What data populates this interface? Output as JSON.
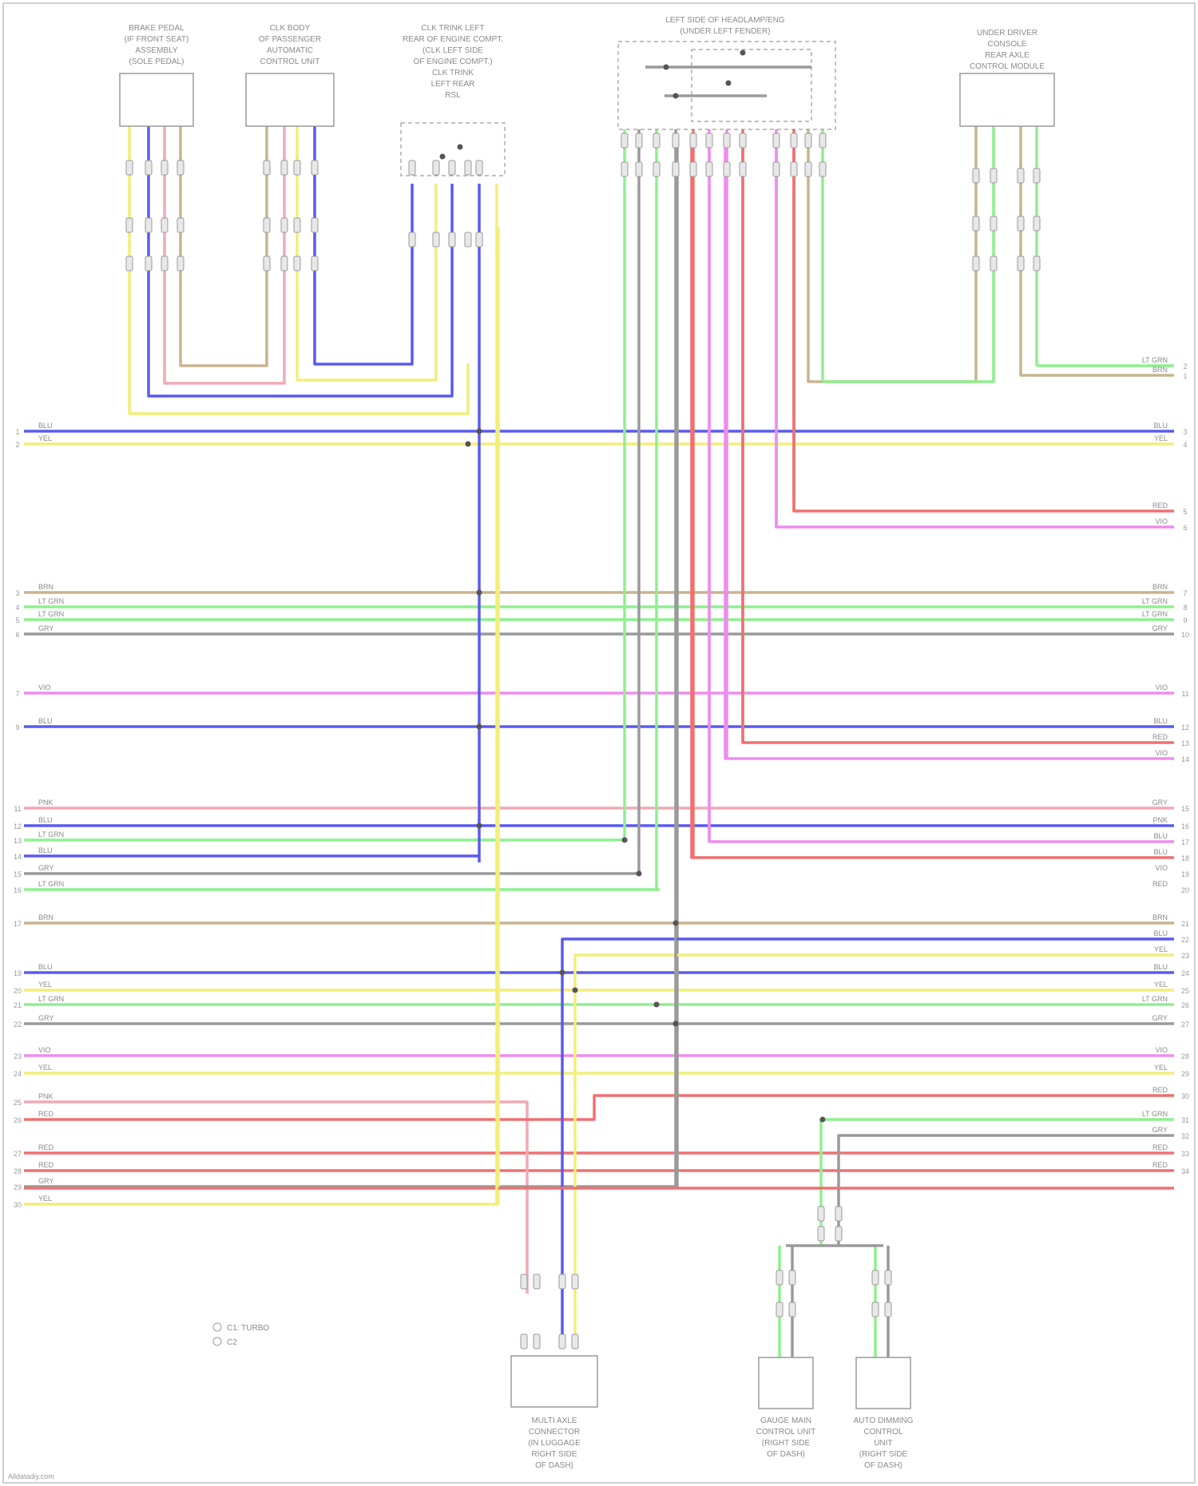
{
  "colors": {
    "BLU": "#5a5af0",
    "YEL": "#f2ee7a",
    "BRN": "#c8b48e",
    "LT GRN": "#8ef08e",
    "GRY": "#9a9a9a",
    "PNK": "#f0aab4",
    "RED": "#f07070",
    "VIO": "#ee8cee"
  },
  "components": {
    "c1": [
      "BRAKE PEDAL",
      "(IF FRONT SEAT)",
      "ASSEMBLY",
      "(SOLE PEDAL)"
    ],
    "c2": [
      "CLK BODY",
      "OF PASSENGER",
      "AUTOMATIC",
      "CONTROL UNIT"
    ],
    "c3": [
      "CLK TRINK LEFT",
      "REAR OF ENGINE COMPT.",
      "(CLK LEFT SIDE",
      "OF ENGINE COMPT.)",
      "CLK TRINK",
      "LEFT REAR",
      "RSL"
    ],
    "c4": [
      "LEFT SIDE OF HEADLAMP/ENG",
      "(UNDER LEFT FENDER)"
    ],
    "c5": [
      "UNDER DRIVER",
      "CONSOLE",
      "REAR AXLE",
      "CONTROL MODULE"
    ],
    "c6": [
      "MULTI AXLE",
      "CONNECTOR",
      "(IN LUGGAGE",
      "RIGHT SIDE",
      "OF DASH)"
    ],
    "c7": [
      "GAUGE MAIN",
      "CONTROL UNIT",
      "(RIGHT SIDE",
      "OF DASH)"
    ],
    "c8": [
      "AUTO DIMMING",
      "CONTROL",
      "UNIT",
      "(RIGHT SIDE",
      "OF DASH)"
    ]
  },
  "left_wires": [
    {
      "label": "BLU",
      "pin": "1",
      "color": "BLU"
    },
    {
      "label": "YEL",
      "pin": "2",
      "color": "YEL"
    },
    {
      "label": "BRN",
      "pin": "3",
      "color": "BRN"
    },
    {
      "label": "LT GRN",
      "pin": "4",
      "color": "LT GRN"
    },
    {
      "label": "LT GRN",
      "pin": "5",
      "color": "LT GRN"
    },
    {
      "label": "GRY",
      "pin": "6",
      "color": "GRY"
    },
    {
      "label": "VIO",
      "pin": "7",
      "color": "VIO"
    },
    {
      "label": "BLU",
      "pin": "9",
      "color": "BLU"
    },
    {
      "label": "PNK",
      "pin": "11",
      "color": "PNK"
    },
    {
      "label": "BLU",
      "pin": "12",
      "color": "BLU"
    },
    {
      "label": "LT GRN",
      "pin": "13",
      "color": "LT GRN"
    },
    {
      "label": "BLU",
      "pin": "14",
      "color": "BLU"
    },
    {
      "label": "GRY",
      "pin": "15",
      "color": "GRY"
    },
    {
      "label": "LT GRN",
      "pin": "16",
      "color": "LT GRN"
    },
    {
      "label": "BRN",
      "pin": "17",
      "color": "BRN"
    },
    {
      "label": "BLU",
      "pin": "19",
      "color": "BLU"
    },
    {
      "label": "YEL",
      "pin": "20",
      "color": "YEL"
    },
    {
      "label": "LT GRN",
      "pin": "21",
      "color": "LT GRN"
    },
    {
      "label": "GRY",
      "pin": "22",
      "color": "GRY"
    },
    {
      "label": "VIO",
      "pin": "23",
      "color": "VIO"
    },
    {
      "label": "YEL",
      "pin": "24",
      "color": "YEL"
    },
    {
      "label": "PNK",
      "pin": "25",
      "color": "PNK"
    },
    {
      "label": "RED",
      "pin": "26",
      "color": "RED"
    },
    {
      "label": "RED",
      "pin": "27",
      "color": "RED"
    },
    {
      "label": "RED",
      "pin": "28",
      "color": "RED"
    },
    {
      "label": "GRY",
      "pin": "29",
      "color": "GRY"
    },
    {
      "label": "YEL",
      "pin": "30",
      "color": "YEL"
    }
  ],
  "right_wires": [
    {
      "label": "BRN",
      "pin": "1",
      "color": "BRN"
    },
    {
      "label": "LT GRN",
      "pin": "2",
      "color": "LT GRN"
    },
    {
      "label": "BLU",
      "pin": "3",
      "color": "BLU"
    },
    {
      "label": "YEL",
      "pin": "4",
      "color": "YEL"
    },
    {
      "label": "RED",
      "pin": "5",
      "color": "RED"
    },
    {
      "label": "VIO",
      "pin": "6",
      "color": "VIO"
    },
    {
      "label": "BRN",
      "pin": "7",
      "color": "BRN"
    },
    {
      "label": "LT GRN",
      "pin": "8",
      "color": "LT GRN"
    },
    {
      "label": "LT GRN",
      "pin": "9",
      "color": "LT GRN"
    },
    {
      "label": "GRY",
      "pin": "10",
      "color": "GRY"
    },
    {
      "label": "VIO",
      "pin": "11",
      "color": "VIO"
    },
    {
      "label": "BLU",
      "pin": "12",
      "color": "BLU"
    },
    {
      "label": "RED",
      "pin": "13",
      "color": "RED"
    },
    {
      "label": "VIO",
      "pin": "14",
      "color": "VIO"
    },
    {
      "label": "GRY",
      "pin": "15",
      "color": "GRY"
    },
    {
      "label": "PNK",
      "pin": "16",
      "color": "PNK"
    },
    {
      "label": "BLU",
      "pin": "17",
      "color": "BLU"
    },
    {
      "label": "BLU",
      "pin": "18",
      "color": "BLU"
    },
    {
      "label": "VIO",
      "pin": "19",
      "color": "VIO"
    },
    {
      "label": "RED",
      "pin": "20",
      "color": "RED"
    },
    {
      "label": "BRN",
      "pin": "21",
      "color": "BRN"
    },
    {
      "label": "BLU",
      "pin": "22",
      "color": "BLU"
    },
    {
      "label": "YEL",
      "pin": "23",
      "color": "YEL"
    },
    {
      "label": "BLU",
      "pin": "24",
      "color": "BLU"
    },
    {
      "label": "YEL",
      "pin": "25",
      "color": "YEL"
    },
    {
      "label": "LT GRN",
      "pin": "26",
      "color": "LT GRN"
    },
    {
      "label": "GRY",
      "pin": "27",
      "color": "GRY"
    },
    {
      "label": "VIO",
      "pin": "28",
      "color": "VIO"
    },
    {
      "label": "YEL",
      "pin": "29",
      "color": "YEL"
    },
    {
      "label": "RED",
      "pin": "30",
      "color": "RED"
    },
    {
      "label": "LT GRN",
      "pin": "31",
      "color": "LT GRN"
    },
    {
      "label": "GRY",
      "pin": "32",
      "color": "GRY"
    },
    {
      "label": "RED",
      "pin": "33",
      "color": "RED"
    },
    {
      "label": "RED",
      "pin": "34",
      "color": "RED"
    }
  ],
  "legend": {
    "item1": "C1: TURBO",
    "item2": "C2"
  },
  "footer": "Alldatadiy.com"
}
